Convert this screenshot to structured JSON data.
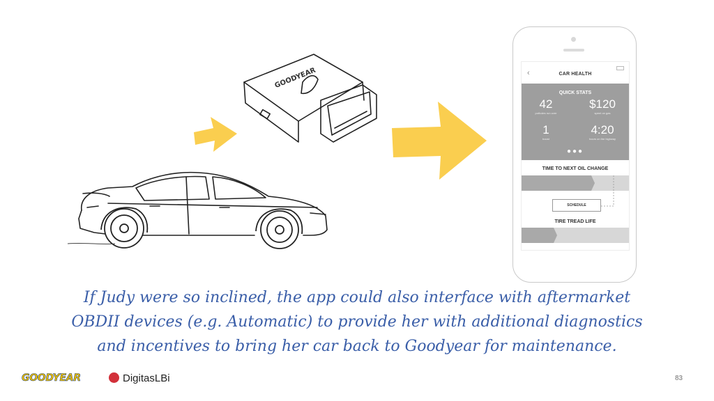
{
  "obd_device": {
    "brand_label": "GOODYEAR"
  },
  "phone": {
    "screen_title": "CAR HEALTH",
    "quick_stats": {
      "title": "QUICK STATS",
      "items": [
        {
          "value": "42",
          "label": "potholes run over"
        },
        {
          "value": "$120",
          "label": "spent on gas"
        },
        {
          "value": "1",
          "label": "boost"
        },
        {
          "value": "4:20",
          "label": "hours on the highway"
        }
      ],
      "pager": "●●●"
    },
    "oil_change": {
      "title": "TIME TO NEXT OIL CHANGE",
      "progress": 0.65
    },
    "schedule_button": "SCHEDULE",
    "tire_tread": {
      "title": "TIRE TREAD LIFE",
      "progress": 0.3
    }
  },
  "caption": {
    "line1": "If Judy were so inclined, the app could also interface with aftermarket",
    "line2": "OBDII devices (e.g. Automatic) to provide her with additional diagnostics",
    "line3": "and incentives to bring her car back to Goodyear for maintenance."
  },
  "footer": {
    "goodyear_logo": "GOODYEAR",
    "digitas_logo": "DigitasLBi",
    "page_number": "83"
  },
  "colors": {
    "arrow": "#f9c93c",
    "caption": "#3a5ea8"
  }
}
